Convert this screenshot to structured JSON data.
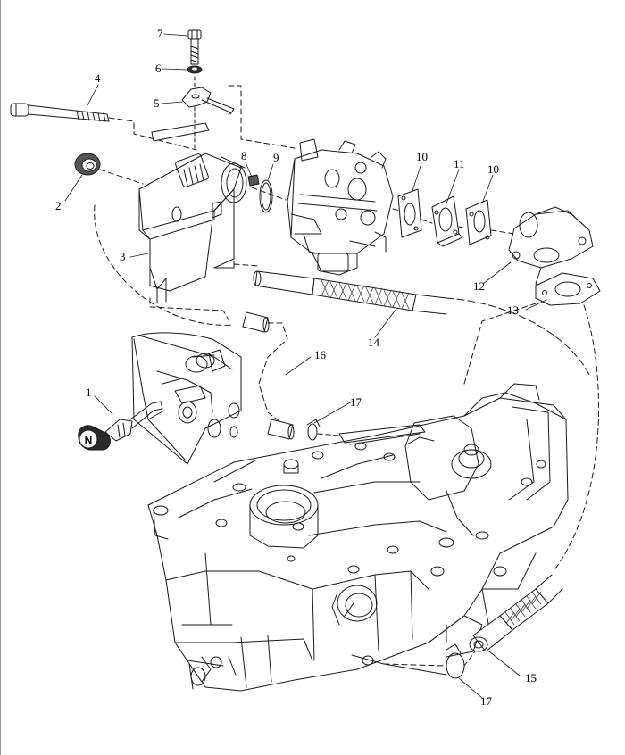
{
  "diagram": {
    "type": "exploded-parts-view",
    "callouts": [
      {
        "id": "c1",
        "text": "1"
      },
      {
        "id": "c2",
        "text": "2"
      },
      {
        "id": "c3",
        "text": "3"
      },
      {
        "id": "c4",
        "text": "4"
      },
      {
        "id": "c5",
        "text": "5"
      },
      {
        "id": "c6",
        "text": "6"
      },
      {
        "id": "c7",
        "text": "7"
      },
      {
        "id": "c8",
        "text": "8"
      },
      {
        "id": "c9",
        "text": "9"
      },
      {
        "id": "c10a",
        "text": "10"
      },
      {
        "id": "c11",
        "text": "11"
      },
      {
        "id": "c10b",
        "text": "10"
      },
      {
        "id": "c12",
        "text": "12"
      },
      {
        "id": "c13",
        "text": "13"
      },
      {
        "id": "c14",
        "text": "14"
      },
      {
        "id": "c15",
        "text": "15"
      },
      {
        "id": "c16",
        "text": "16"
      },
      {
        "id": "c17a",
        "text": "17"
      },
      {
        "id": "c17b",
        "text": "17"
      }
    ],
    "knob_letter": "N"
  }
}
